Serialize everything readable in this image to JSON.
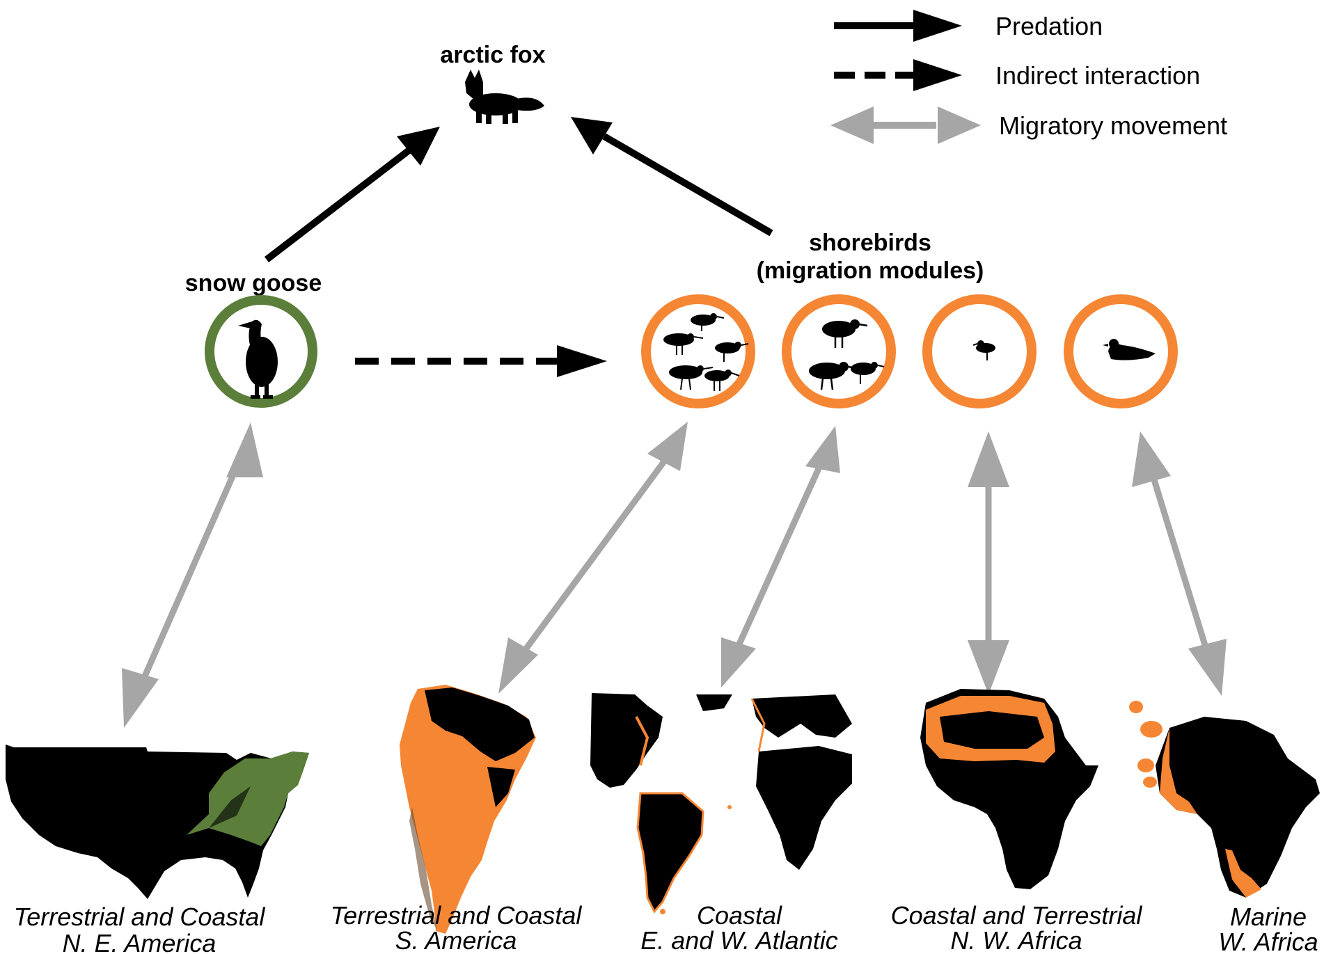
{
  "legend": {
    "predation": "Predation",
    "indirect": "Indirect interaction",
    "migratory": "Migratory movement"
  },
  "nodes": {
    "fox": "arctic fox",
    "goose": "snow goose",
    "shorebirds_line1": "shorebirds",
    "shorebirds_line2": "(migration modules)"
  },
  "regions": [
    {
      "line1": "Terrestrial and Coastal",
      "line2": "N. E. America"
    },
    {
      "line1": "Terrestrial and Coastal",
      "line2": "S. America"
    },
    {
      "line1": "Coastal",
      "line2": "E. and W. Atlantic"
    },
    {
      "line1": "Coastal and Terrestrial",
      "line2": "N. W.  Africa"
    },
    {
      "line1": "Marine",
      "line2": "W.  Africa"
    }
  ],
  "colors": {
    "goose_ring": "#5b7f3a",
    "shorebird_ring": "#f58634",
    "predation_arrow": "#000000",
    "migration_arrow": "#a6a6a6",
    "land": "#000000",
    "goose_range": "#5b7f3a",
    "shorebird_range": "#f58634"
  },
  "icons": [
    "fox-icon",
    "goose-icon",
    "shorebird-icon",
    "map-icon"
  ]
}
